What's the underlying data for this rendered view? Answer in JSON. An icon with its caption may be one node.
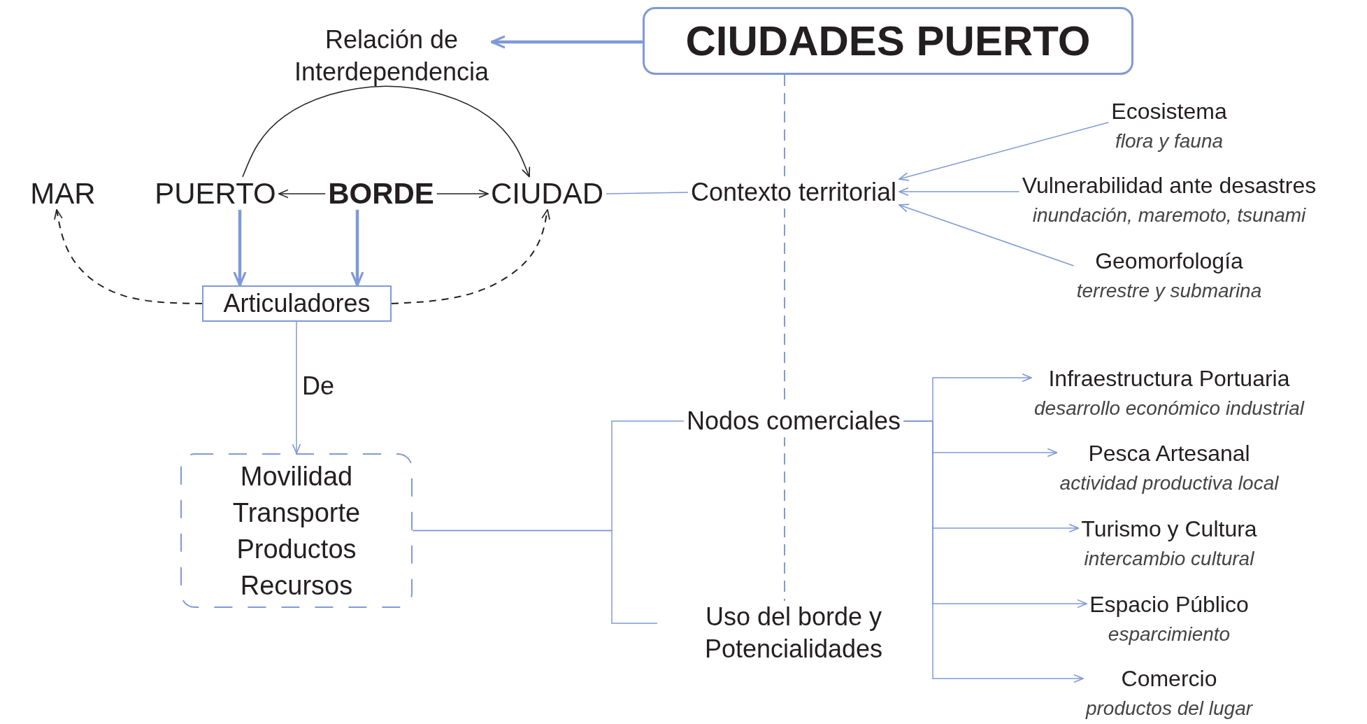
{
  "diagram": {
    "nodes": [
      {
        "text": [
          "CIUDADES PUERTO"
        ]
      },
      {
        "text": [
          "Relación de Interdependencia"
        ]
      },
      {
        "text": [
          "MAR"
        ]
      },
      {
        "text": [
          "PUERTO"
        ]
      },
      {
        "text": [
          "BORDE"
        ]
      },
      {
        "text": [
          "CIUDAD"
        ]
      },
      {
        "text": [
          "Articuladores"
        ]
      },
      {
        "text": [
          "Movilidad",
          "Transporte",
          "Productos",
          "Recursos"
        ]
      },
      {
        "text": [
          "Contexto territorial"
        ]
      },
      {
        "text": [
          "Nodos comerciales"
        ]
      },
      {
        "text": [
          "Uso del borde y Potencialidades"
        ]
      },
      {
        "text": [
          "Ecosistema",
          "flora y fauna"
        ]
      },
      {
        "text": [
          "Vulnerabilidad ante desastres",
          "inundación, maremoto, tsunami"
        ]
      },
      {
        "text": [
          "Geomorfología",
          "terrestre y submarina"
        ]
      },
      {
        "text": [
          "Infraestructura Portuaria",
          "desarrollo económico industrial"
        ]
      },
      {
        "text": [
          "Pesca Artesanal",
          "actividad productiva local"
        ]
      },
      {
        "text": [
          "Turismo y Cultura",
          "intercambio cultural"
        ]
      },
      {
        "text": [
          "Espacio Público",
          "esparcimiento"
        ]
      },
      {
        "text": [
          "Comercio",
          "productos del lugar"
        ]
      }
    ],
    "edges": [
      {
        "from": 0,
        "to": 1,
        "arrow": "to",
        "style": "thick"
      },
      {
        "from": 0,
        "to": 8,
        "arrow": "none",
        "style": "dashed"
      },
      {
        "from": 4,
        "to": 3,
        "arrow": "to",
        "color": "#222222"
      },
      {
        "from": 4,
        "to": 5,
        "arrow": "to",
        "color": "#222222"
      },
      {
        "from": 3,
        "to": 5,
        "arrow": "to",
        "color": "#222222"
      },
      {
        "from": 5,
        "to": 8,
        "arrow": "none"
      },
      {
        "from": 3,
        "to": 6,
        "arrow": "to",
        "style": "thick"
      },
      {
        "from": 4,
        "to": 6,
        "arrow": "to",
        "style": "thick"
      },
      {
        "from": 6,
        "to": 2,
        "arrow": "to",
        "style": "dashed",
        "color": "#222222"
      },
      {
        "from": 6,
        "to": 5,
        "arrow": "to",
        "style": "dashed",
        "color": "#222222"
      },
      {
        "from": 6,
        "to": 7,
        "arrow": "to",
        "label": "De"
      },
      {
        "from": 7,
        "to": 9,
        "arrow": "none"
      },
      {
        "from": 7,
        "to": 10,
        "arrow": "none"
      },
      {
        "from": 11,
        "to": 8,
        "arrow": "to"
      },
      {
        "from": 12,
        "to": 8,
        "arrow": "to"
      },
      {
        "from": 13,
        "to": 8,
        "arrow": "to"
      },
      {
        "from": 9,
        "to": 14,
        "arrow": "to"
      },
      {
        "from": 9,
        "to": 15,
        "arrow": "to"
      },
      {
        "from": 9,
        "to": 16,
        "arrow": "to"
      },
      {
        "from": 9,
        "to": 17,
        "arrow": "to"
      },
      {
        "from": 9,
        "to": 18,
        "arrow": "to"
      },
      {
        "from": 8,
        "to": 9,
        "arrow": "none",
        "style": "dashed"
      },
      {
        "from": 9,
        "to": 10,
        "arrow": "none",
        "style": "dashed"
      }
    ]
  }
}
